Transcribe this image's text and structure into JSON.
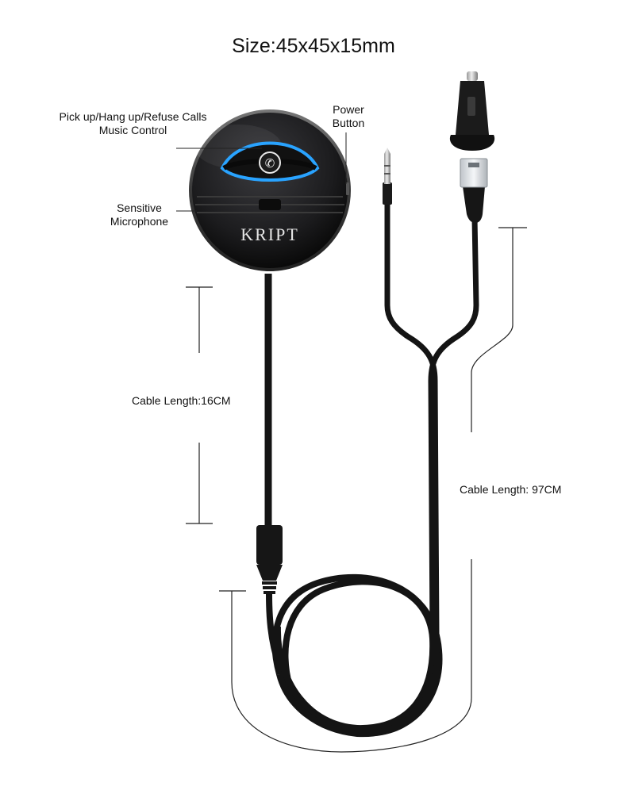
{
  "title": "Size:45x45x15mm",
  "brand": "KRIPT",
  "callouts": {
    "call_control_line1": "Pick up/Hang up/Refuse Calls",
    "call_control_line2": "Music Control",
    "power_line1": "Power",
    "power_line2": "Button",
    "mic_line1": "Sensitive",
    "mic_line2": "Microphone",
    "cable_short": "Cable Length:16CM",
    "cable_long": "Cable Length: 97CM"
  },
  "colors": {
    "device_body": "#1c1c1e",
    "accent_glow": "#29a3ff",
    "cable": "#141414",
    "line": "#222222"
  }
}
